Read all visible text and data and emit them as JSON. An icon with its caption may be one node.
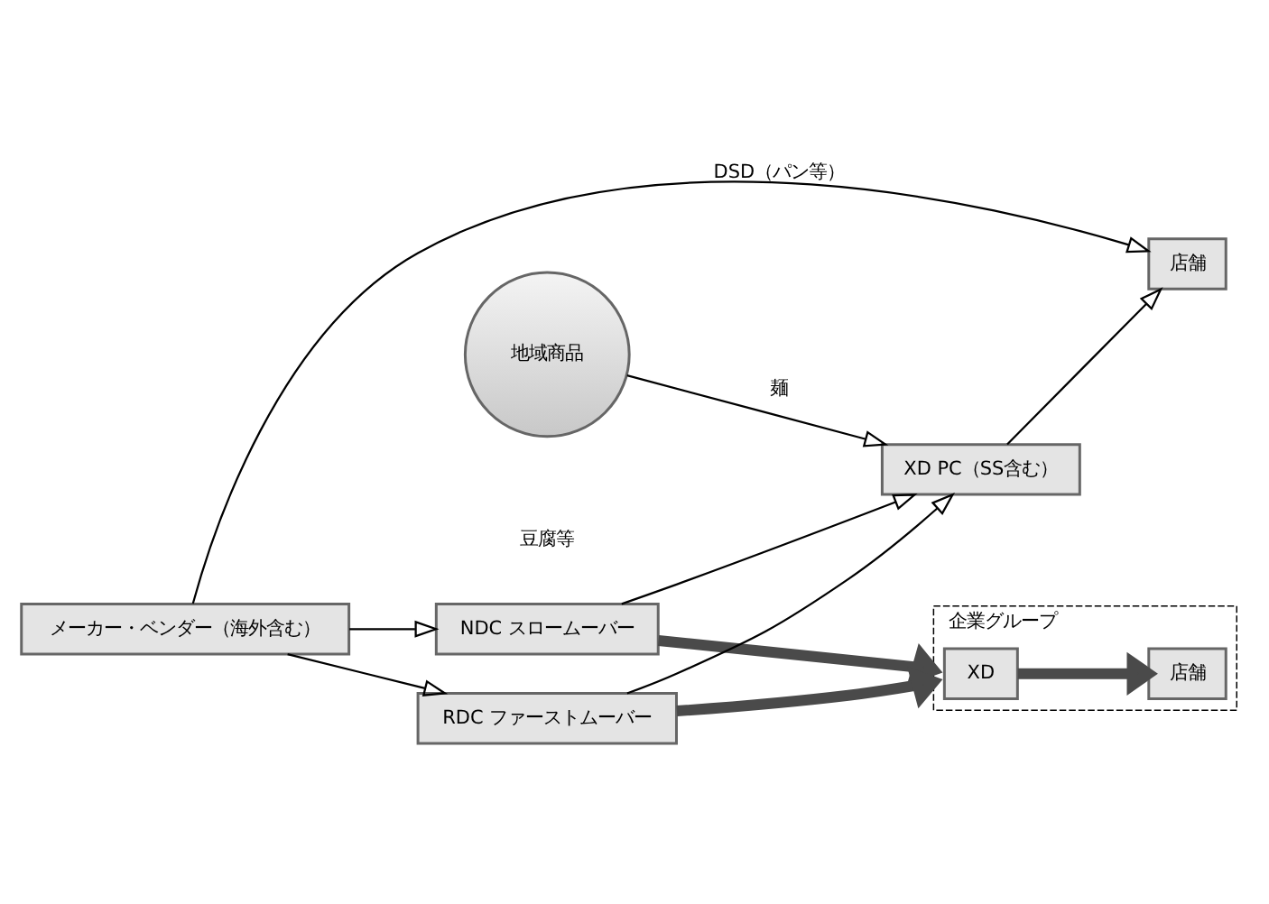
{
  "diagram": {
    "nodes": [
      {
        "text": [
          "メーカー・ベンダー（海外含む）"
        ]
      },
      {
        "text": [
          "NDC スロームーバー"
        ]
      },
      {
        "text": [
          "地域商品"
        ]
      },
      {
        "text": [
          "RDC ファーストムーバー"
        ]
      },
      {
        "text": [
          "XD PC（SS含む）"
        ]
      },
      {
        "text": [
          "店舗"
        ]
      },
      {
        "text": [
          "企業グループ"
        ]
      },
      {
        "text": [
          "XD"
        ],
        "in": 6
      },
      {
        "text": [
          "店舗"
        ],
        "in": 6
      }
    ],
    "edges": [
      {
        "from": 0,
        "to": 1,
        "arrow": "to"
      },
      {
        "from": 0,
        "to": 3,
        "arrow": "to"
      },
      {
        "from": 1,
        "to": 4,
        "arrow": "to"
      },
      {
        "from": 2,
        "to": 4,
        "arrow": "to",
        "label": "麺"
      },
      {
        "from": 3,
        "to": 4,
        "arrow": "to"
      },
      {
        "from": 4,
        "to": 5,
        "arrow": "to"
      },
      {
        "from": 0,
        "to": 5,
        "arrow": "to",
        "label": "DSD（パン等）"
      },
      {
        "from": 1,
        "to": 6,
        "arrow": "to",
        "style": "thick",
        "color": "#4a4a4a"
      },
      {
        "from": 3,
        "to": 6,
        "arrow": "to",
        "style": "thick",
        "color": "#4a4a4a"
      },
      {
        "from": 7,
        "to": 8,
        "arrow": "to",
        "style": "thick",
        "color": "#4a4a4a"
      }
    ],
    "labels": [
      "豆腐等"
    ]
  }
}
